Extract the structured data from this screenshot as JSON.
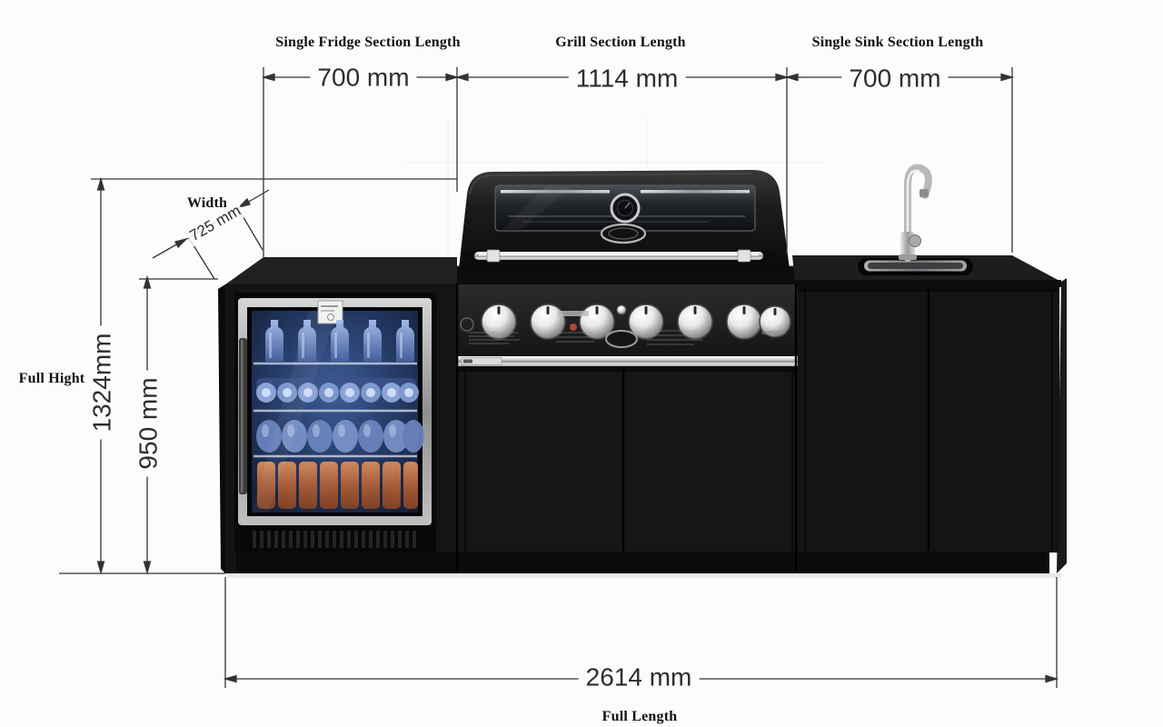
{
  "title": "Outdoor BBQ kitchen island dimension diagram",
  "sections": {
    "fridge": {
      "label": "Single Fridge Section Length",
      "length": "700 mm"
    },
    "grill": {
      "label": "Grill Section Length",
      "length": "1114 mm"
    },
    "sink": {
      "label": "Single Sink Section Length",
      "length": "700 mm"
    }
  },
  "dims": {
    "full_height": {
      "label": "Full Hight",
      "value": "1324mm"
    },
    "counter_height": {
      "value": "950 mm"
    },
    "width": {
      "label": "Width",
      "value": "725 mm"
    },
    "full_length": {
      "label": "Full Length",
      "value": "2614 mm"
    }
  },
  "colors": {
    "background": "#fcfcfc",
    "cabinet_black": "#141414",
    "dimension_line": "#333333",
    "chrome": "#d9d9d9",
    "fridge_glow_blue": "#3b5a94",
    "can_orange": "#a65c39"
  }
}
